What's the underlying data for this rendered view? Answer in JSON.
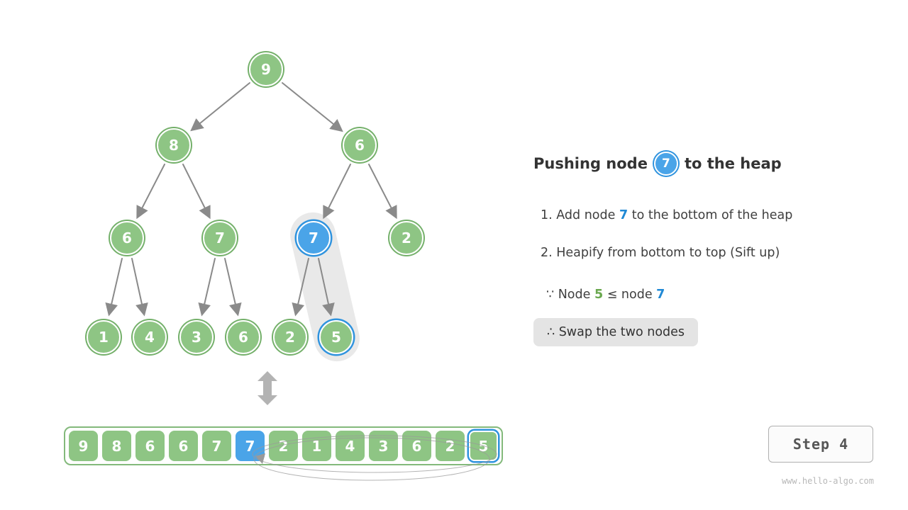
{
  "colors": {
    "node_green": "#8ec584",
    "node_green_ring": "#74b06a",
    "node_blue": "#4aa4e8",
    "node_blue_ring": "#2f93de",
    "text_green": "#6aa84f",
    "text_blue": "#2089d5",
    "arrow_gray": "#8a8a8a",
    "capsule_gray": "#e9e9e9",
    "therefore_box_bg": "#e4e4e4"
  },
  "tree": {
    "values": [
      "9",
      "8",
      "6",
      "6",
      "7",
      "7",
      "2",
      "1",
      "4",
      "3",
      "6",
      "2",
      "5"
    ],
    "highlighted_value": "7",
    "swap_target_value": "5"
  },
  "array": {
    "values": [
      "9",
      "8",
      "6",
      "6",
      "7",
      "7",
      "2",
      "1",
      "4",
      "3",
      "6",
      "2",
      "5"
    ]
  },
  "panel": {
    "title_prefix": "Pushing node",
    "title_node": "7",
    "title_suffix": "to the heap",
    "step1_pre": "1. Add node ",
    "step1_num": "7",
    "step1_post": " to the bottom of the heap",
    "step2": "2. Heapify from bottom to top (Sift up)",
    "because_pre": "∵ Node ",
    "because_green": "5",
    "because_mid": " ≤ node ",
    "because_blue": "7",
    "therefore": "∴ Swap the two nodes"
  },
  "step_box": {
    "label": "Step 4"
  },
  "watermark": "www.hello-algo.com"
}
